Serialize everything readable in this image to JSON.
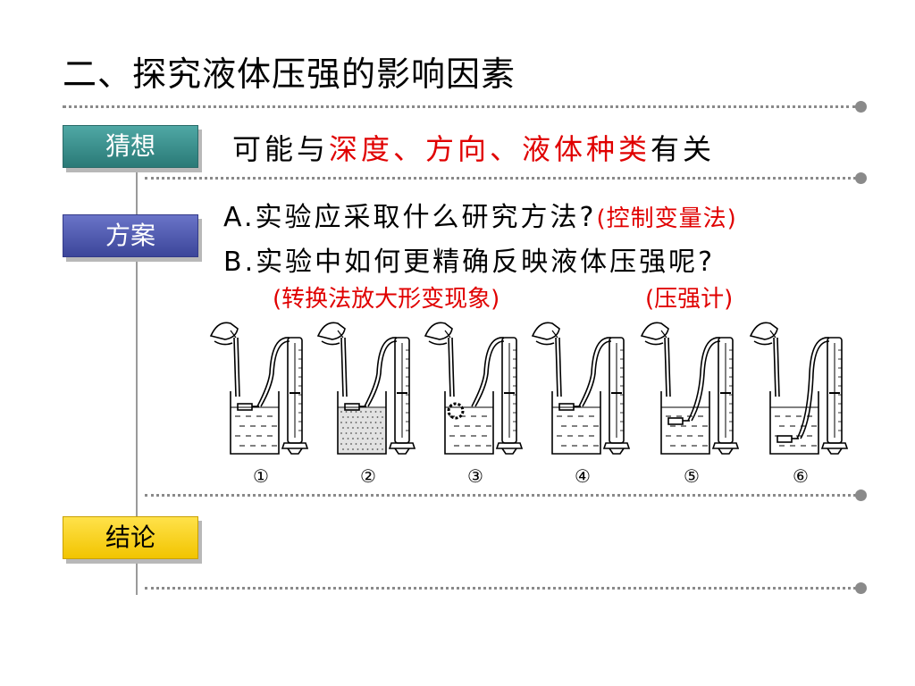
{
  "title": "二、探究液体压强的影响因素",
  "labels": {
    "guess": "猜想",
    "plan": "方案",
    "conclusion": "结论"
  },
  "guess_text": {
    "prefix": "可能与",
    "highlight": "深度、方向、液体种类",
    "suffix": "有关"
  },
  "plan_text": {
    "a_question": "A.实验应采取什么研究方法?",
    "a_answer": "(控制变量法)",
    "b_question": "B.实验中如何更精确反映液体压强呢?",
    "b_answer_1": "(转换法放大形变现象)",
    "b_answer_2": "(压强计)"
  },
  "experiments": [
    {
      "label": "①",
      "fill": "dashes",
      "probe": "side"
    },
    {
      "label": "②",
      "fill": "dense",
      "probe": "side"
    },
    {
      "label": "③",
      "fill": "dashes",
      "probe": "ring"
    },
    {
      "label": "④",
      "fill": "dashes",
      "probe": "side"
    },
    {
      "label": "⑤",
      "fill": "dashes",
      "probe": "down"
    },
    {
      "label": "⑥",
      "fill": "dashes",
      "probe": "deep"
    }
  ],
  "colors": {
    "highlight": "#e00000",
    "teal_label": "#2a7a77",
    "blue_label": "#3c469a",
    "yellow_label": "#f2c400",
    "dotted_line": "#8a8a8a"
  }
}
